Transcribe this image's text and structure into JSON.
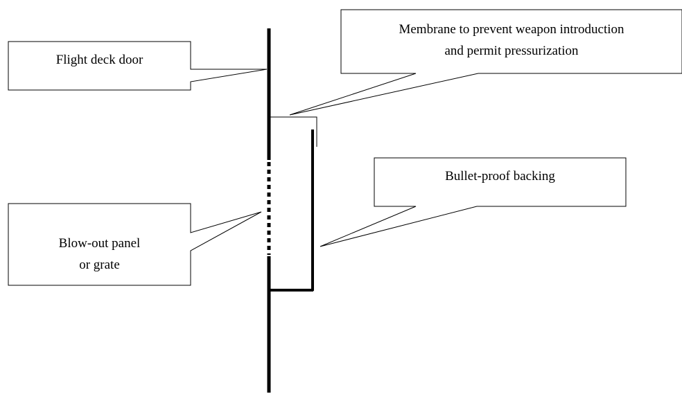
{
  "callouts": {
    "flight_deck_door": {
      "lines": [
        "Flight deck door"
      ]
    },
    "membrane": {
      "lines": [
        "Membrane to prevent weapon introduction",
        "and permit pressurization"
      ]
    },
    "bullet_proof_backing": {
      "lines": [
        "Bullet-proof backing"
      ]
    },
    "blow_out_panel": {
      "lines": [
        "Blow-out panel",
        "or grate"
      ]
    }
  },
  "colors": {
    "stroke": "#000000",
    "background": "#ffffff"
  }
}
